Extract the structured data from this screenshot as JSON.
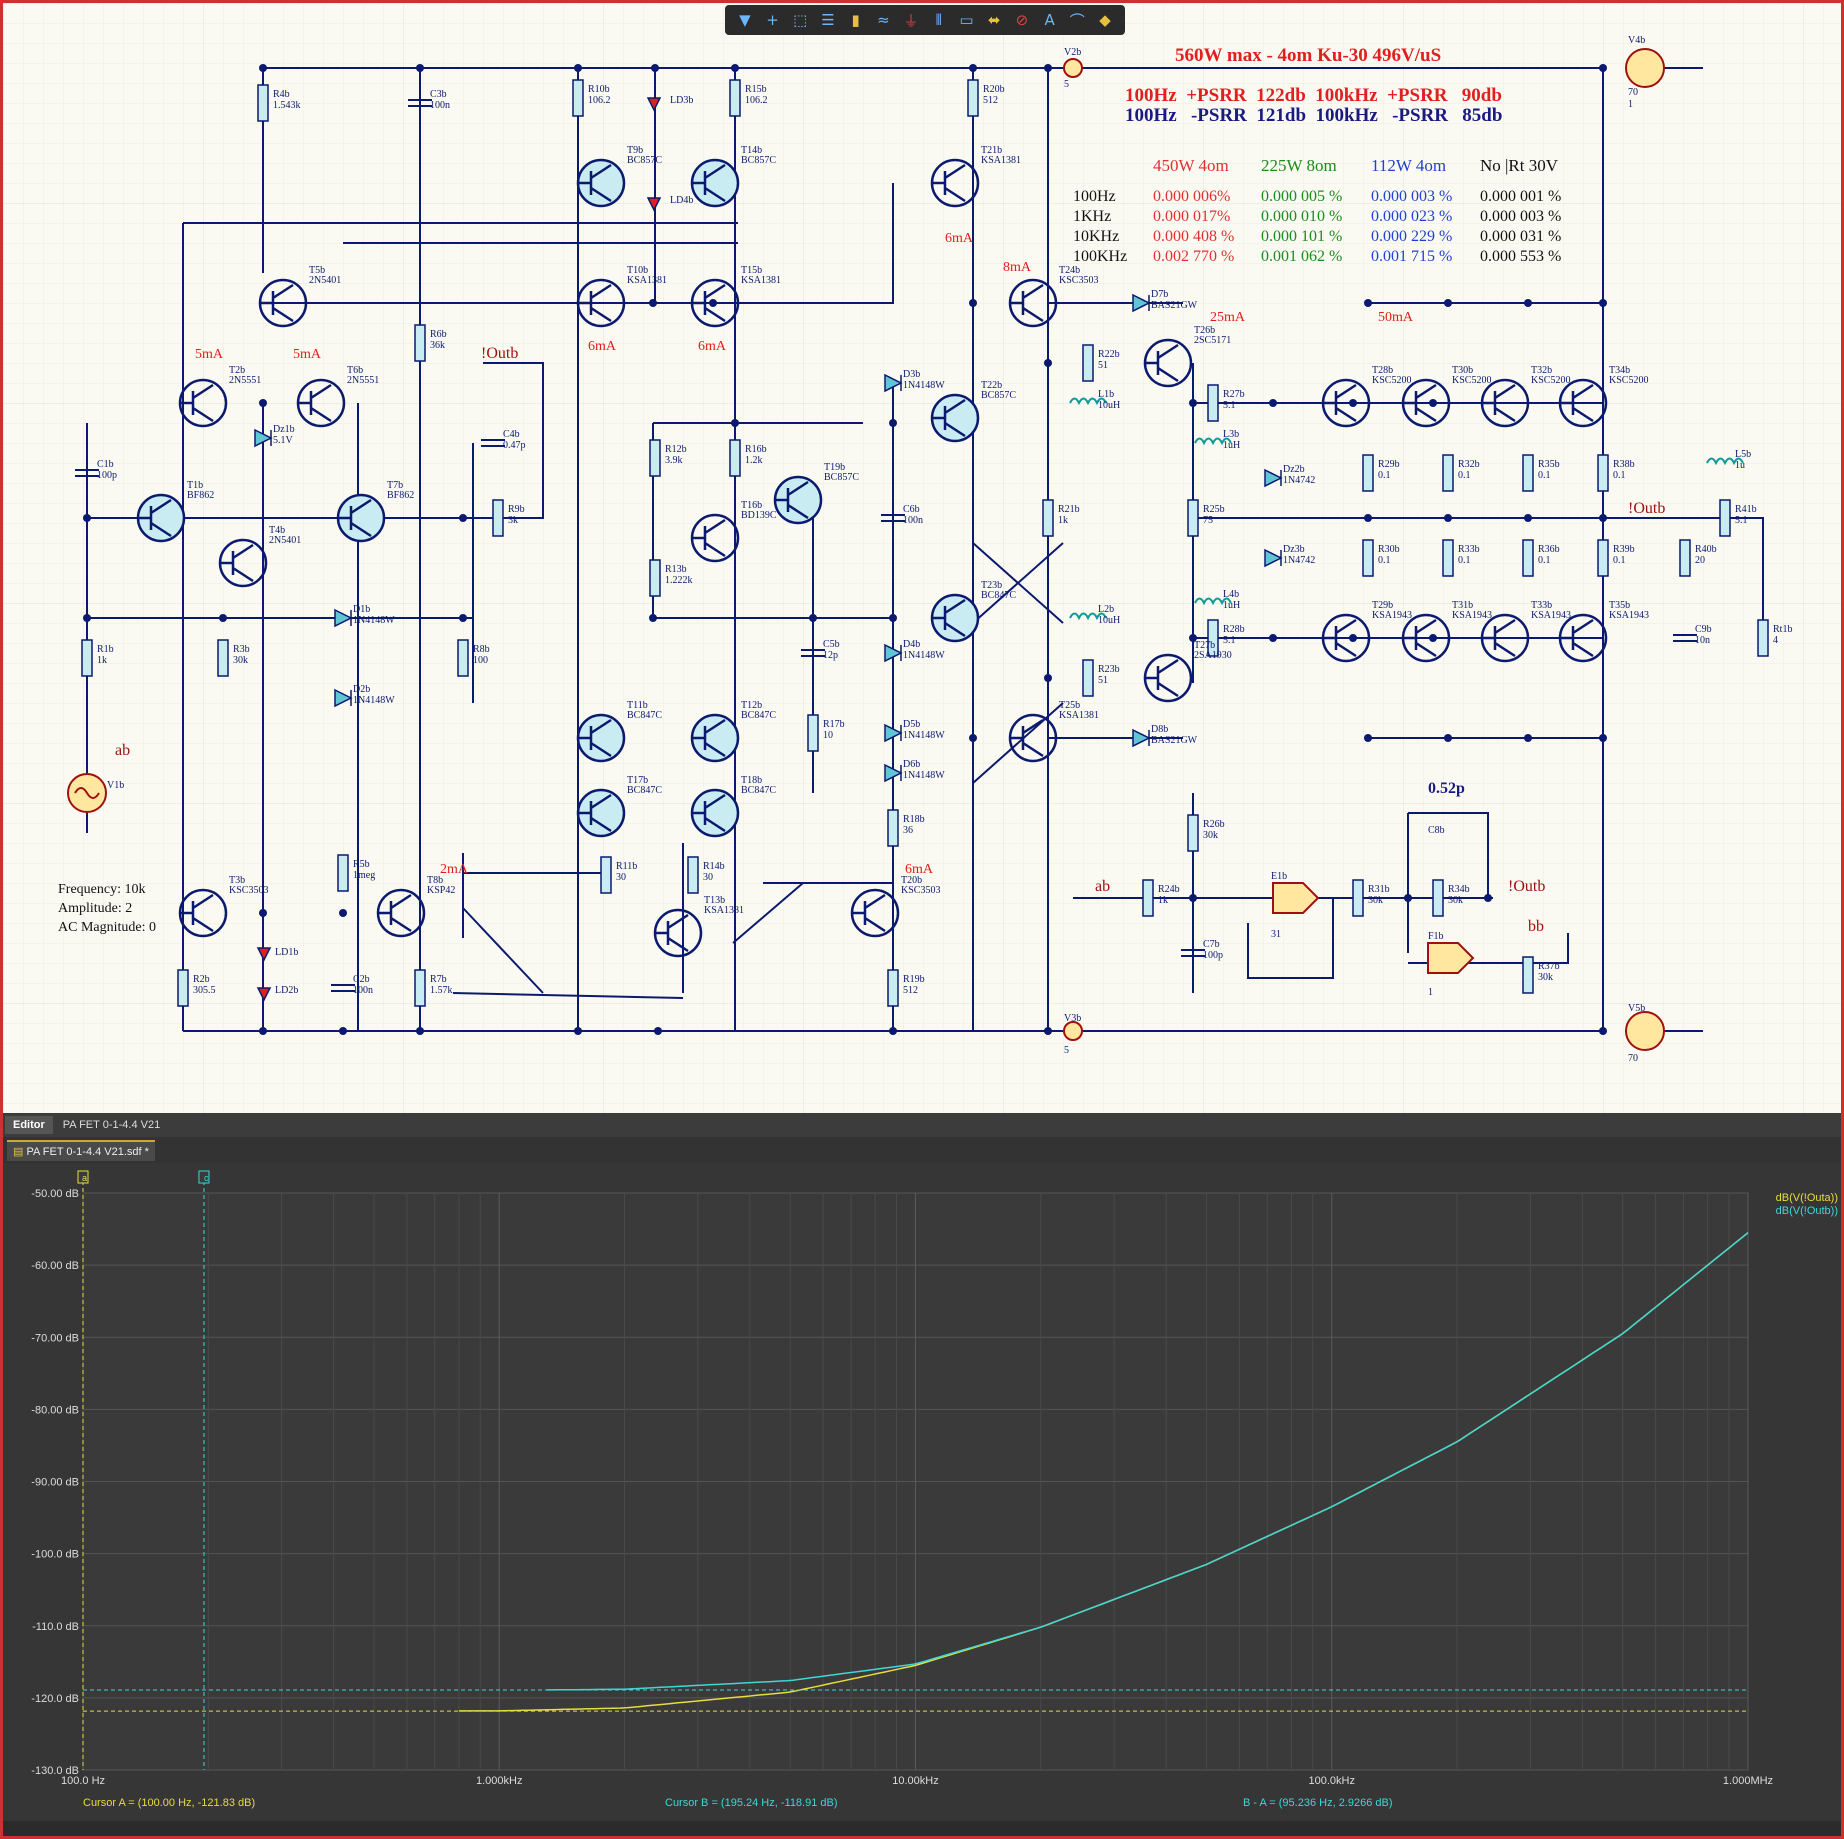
{
  "toolbar": {
    "icons": [
      "filter-icon",
      "cross-probe-icon",
      "select-rect-icon",
      "align-icon",
      "component-icon",
      "net-icon",
      "power-port-icon",
      "bus-icon",
      "harness-icon",
      "port-icon",
      "directive-icon",
      "text-icon",
      "arc-icon",
      "probe-icon"
    ]
  },
  "schematic": {
    "title_line": "560W max - 4om  Ku-30  496V/uS",
    "psrr_pos": "100Hz  +PSRR  122db  100kHz  +PSRR   90db",
    "psrr_neg": "100Hz   -PSRR  121db  100kHz   -PSRR   85db",
    "thd_table": {
      "headers": [
        "450W 4om",
        "225W 8om",
        "112W 4om",
        "No |Rt 30V"
      ],
      "header_colors": [
        "#e03030",
        "#1a8c1a",
        "#2040d0",
        "#111111"
      ],
      "rows": [
        {
          "freq": "100Hz",
          "vals": [
            "0.000 006%",
            "0.000 005 %",
            "0.000 003 %",
            "0.000 001 %"
          ]
        },
        {
          "freq": "1KHz",
          "vals": [
            "0.000 017%",
            "0.000 010 %",
            "0.000 023 %",
            "0.000 003 %"
          ]
        },
        {
          "freq": "10KHz",
          "vals": [
            "0.000 408 %",
            "0.000 101 %",
            "0.000 229 %",
            "0.000 031 %"
          ]
        },
        {
          "freq": "100KHz",
          "vals": [
            "0.002 770 %",
            "0.001 062 %",
            "0.001 715 %",
            "0.000 553 %"
          ]
        }
      ]
    },
    "source_params": {
      "freq": "Frequency: 10k",
      "amp": "Amplitude: 2",
      "acmag": "AC Magnitude: 0"
    },
    "net_labels": {
      "outb1": "!Outb",
      "outb2": "!Outb",
      "outb3": "!Outb",
      "ab1": "ab",
      "ab2": "ab",
      "bb": "bb",
      "c8val": "0.52p"
    },
    "currents": [
      "5mA",
      "5mA",
      "6mA",
      "6mA",
      "6mA",
      "8mA",
      "25mA",
      "50mA",
      "2mA",
      "6mA"
    ],
    "transistors": [
      {
        "ref": "T2b",
        "part": "2N5551"
      },
      {
        "ref": "T6b",
        "part": "2N5551"
      },
      {
        "ref": "T5b",
        "part": "2N5401"
      },
      {
        "ref": "T4b",
        "part": "2N5401"
      },
      {
        "ref": "T1b",
        "part": "BF862"
      },
      {
        "ref": "T7b",
        "part": "BF862"
      },
      {
        "ref": "T3b",
        "part": "KSC3503"
      },
      {
        "ref": "T8b",
        "part": "KSP42"
      },
      {
        "ref": "T9b",
        "part": "BC857C"
      },
      {
        "ref": "T14b",
        "part": "BC857C"
      },
      {
        "ref": "T10b",
        "part": "KSA1381"
      },
      {
        "ref": "T15b",
        "part": "KSA1381"
      },
      {
        "ref": "T16b",
        "part": "BD139C"
      },
      {
        "ref": "T19b",
        "part": "BC857C"
      },
      {
        "ref": "T11b",
        "part": "BC847C"
      },
      {
        "ref": "T12b",
        "part": "BC847C"
      },
      {
        "ref": "T17b",
        "part": "BC847C"
      },
      {
        "ref": "T18b",
        "part": "BC847C"
      },
      {
        "ref": "T13b",
        "part": "KSA1381"
      },
      {
        "ref": "T20b",
        "part": "KSC3503"
      },
      {
        "ref": "T21b",
        "part": "KSA1381"
      },
      {
        "ref": "T22b",
        "part": "BC857C"
      },
      {
        "ref": "T23b",
        "part": "BC847C"
      },
      {
        "ref": "T24b",
        "part": "KSC3503"
      },
      {
        "ref": "T25b",
        "part": "KSA1381"
      },
      {
        "ref": "T26b",
        "part": "2SC5171"
      },
      {
        "ref": "T27b",
        "part": "2SA1930"
      },
      {
        "ref": "T28b",
        "part": "KSC5200"
      },
      {
        "ref": "T30b",
        "part": "KSC5200"
      },
      {
        "ref": "T32b",
        "part": "KSC5200"
      },
      {
        "ref": "T34b",
        "part": "KSC5200"
      },
      {
        "ref": "T29b",
        "part": "KSA1943"
      },
      {
        "ref": "T31b",
        "part": "KSA1943"
      },
      {
        "ref": "T33b",
        "part": "KSA1943"
      },
      {
        "ref": "T35b",
        "part": "KSA1943"
      }
    ],
    "passives": [
      {
        "ref": "R4b",
        "val": "1.543k"
      },
      {
        "ref": "C3b",
        "val": "100n"
      },
      {
        "ref": "R10b",
        "val": "106.2"
      },
      {
        "ref": "R15b",
        "val": "106.2"
      },
      {
        "ref": "R20b",
        "val": "512"
      },
      {
        "ref": "R6b",
        "val": "36k"
      },
      {
        "ref": "C4b",
        "val": "0.47p"
      },
      {
        "ref": "R9b",
        "val": "3k"
      },
      {
        "ref": "C1b",
        "val": "100p"
      },
      {
        "ref": "R1b",
        "val": "1k"
      },
      {
        "ref": "R3b",
        "val": "30k"
      },
      {
        "ref": "R8b",
        "val": "100"
      },
      {
        "ref": "Dz1b",
        "val": "5.1V"
      },
      {
        "ref": "D1b",
        "val": "1N4148W"
      },
      {
        "ref": "D2b",
        "val": "1N4148W"
      },
      {
        "ref": "R5b",
        "val": "1meg"
      },
      {
        "ref": "R2b",
        "val": "305.5"
      },
      {
        "ref": "C2b",
        "val": "100n"
      },
      {
        "ref": "R7b",
        "val": "1.57k"
      },
      {
        "ref": "R12b",
        "val": "3.9k"
      },
      {
        "ref": "R16b",
        "val": "1.2k"
      },
      {
        "ref": "R13b",
        "val": "1.222k"
      },
      {
        "ref": "C5b",
        "val": "12p"
      },
      {
        "ref": "R17b",
        "val": "10"
      },
      {
        "ref": "R11b",
        "val": "30"
      },
      {
        "ref": "R14b",
        "val": "30"
      },
      {
        "ref": "C6b",
        "val": "100n"
      },
      {
        "ref": "D3b",
        "val": "1N4148W"
      },
      {
        "ref": "D4b",
        "val": "1N4148W"
      },
      {
        "ref": "D5b",
        "val": "1N4148W"
      },
      {
        "ref": "D6b",
        "val": "1N4148W"
      },
      {
        "ref": "R18b",
        "val": "36"
      },
      {
        "ref": "R19b",
        "val": "512"
      },
      {
        "ref": "R21b",
        "val": "1k"
      },
      {
        "ref": "R22b",
        "val": "51"
      },
      {
        "ref": "R23b",
        "val": "51"
      },
      {
        "ref": "L1b",
        "val": "10uH"
      },
      {
        "ref": "L2b",
        "val": "10uH"
      },
      {
        "ref": "D7b",
        "val": "BAS21GW"
      },
      {
        "ref": "D8b",
        "val": "BAS21GW"
      },
      {
        "ref": "R27b",
        "val": "5.1"
      },
      {
        "ref": "R28b",
        "val": "5.1"
      },
      {
        "ref": "L3b",
        "val": "1uH"
      },
      {
        "ref": "L4b",
        "val": "1uH"
      },
      {
        "ref": "R25b",
        "val": "75"
      },
      {
        "ref": "Dz2b",
        "val": "1N4742"
      },
      {
        "ref": "Dz3b",
        "val": "1N4742"
      },
      {
        "ref": "R29b",
        "val": "0.1"
      },
      {
        "ref": "R32b",
        "val": "0.1"
      },
      {
        "ref": "R35b",
        "val": "0.1"
      },
      {
        "ref": "R38b",
        "val": "0.1"
      },
      {
        "ref": "R30b",
        "val": "0.1"
      },
      {
        "ref": "R33b",
        "val": "0.1"
      },
      {
        "ref": "R36b",
        "val": "0.1"
      },
      {
        "ref": "R39b",
        "val": "0.1"
      },
      {
        "ref": "L5b",
        "val": "1u"
      },
      {
        "ref": "R41b",
        "val": "5.1"
      },
      {
        "ref": "R40b",
        "val": "20"
      },
      {
        "ref": "C9b",
        "val": "10n"
      },
      {
        "ref": "Rt1b",
        "val": "4"
      },
      {
        "ref": "R26b",
        "val": "30k"
      },
      {
        "ref": "R24b",
        "val": "1k"
      },
      {
        "ref": "C7b",
        "val": "100p"
      },
      {
        "ref": "R31b",
        "val": "30k"
      },
      {
        "ref": "R34b",
        "val": "30k"
      },
      {
        "ref": "R37b",
        "val": "30k"
      }
    ],
    "misc_refs": {
      "ld1": "LD1b",
      "ld2": "LD2b",
      "ld3": "LD3b",
      "ld4": "LD4b",
      "e1": "E1b",
      "e1val": "31",
      "f1": "F1b",
      "f1val": "1",
      "c8": "C8b",
      "v1": "V1b",
      "v2": "V2b",
      "v2val": "5",
      "v3": "V3b",
      "v3val": "5",
      "v4": "V4b",
      "v4val": "70",
      "v4val2": "1",
      "v5": "V5b",
      "v5val": "70"
    }
  },
  "tabs": {
    "editor": "Editor",
    "project": "PA FET 0-1-4.4 V21",
    "doc": "PA FET 0-1-4.4 V21.sdf *"
  },
  "plot": {
    "y_ticks": [
      "-50.00 dB",
      "-60.00 dB",
      "-70.00 dB",
      "-80.00 dB",
      "-90.00 dB",
      "-100.0 dB",
      "-110.0 dB",
      "-120.0 dB",
      "-130.0 dB"
    ],
    "x_ticks": [
      "100.0 Hz",
      "1.000kHz",
      "10.00kHz",
      "100.0kHz",
      "1.000MHz"
    ],
    "legend": [
      {
        "name": "dB(V(!Outa))",
        "color": "#e6dd3c"
      },
      {
        "name": "dB(V(!Outb))",
        "color": "#3fd6d6"
      }
    ],
    "cursor_a_label": "a",
    "cursor_c_label": "c",
    "cursor_a": "Cursor A = (100.00 Hz, -121.83 dB)",
    "cursor_b": "Cursor B = (195.24 Hz, -118.91 dB)",
    "delta": "B - A = (95.236 Hz, 2.9266 dB)"
  },
  "chart_data": {
    "type": "line",
    "xlabel": "",
    "ylabel": "",
    "x_scale": "log",
    "xlim": [
      100,
      1000000
    ],
    "ylim": [
      -130,
      -50
    ],
    "grid": true,
    "legend_position": "top-right",
    "series": [
      {
        "name": "dB(V(!Outa))",
        "color": "#e6dd3c",
        "x": [
          800,
          1000,
          2000,
          5000,
          10000,
          20000,
          50000,
          100000,
          200000,
          500000,
          1000000
        ],
        "y": [
          -121.8,
          -121.8,
          -121.4,
          -119.2,
          -115.5,
          -110.2,
          -101.5,
          -93.5,
          -84.5,
          -69.5,
          -55.5
        ]
      },
      {
        "name": "dB(V(!Outb))",
        "color": "#3fd6d6",
        "x": [
          1300,
          2000,
          5000,
          10000,
          20000,
          50000,
          100000,
          200000,
          500000,
          1000000
        ],
        "y": [
          -118.9,
          -118.8,
          -117.6,
          -115.3,
          -110.2,
          -101.5,
          -93.5,
          -84.5,
          -69.5,
          -55.5
        ]
      }
    ],
    "cursors": [
      {
        "name": "A",
        "x": 100,
        "y": -121.83
      },
      {
        "name": "B",
        "x": 195.24,
        "y": -118.91
      }
    ]
  }
}
